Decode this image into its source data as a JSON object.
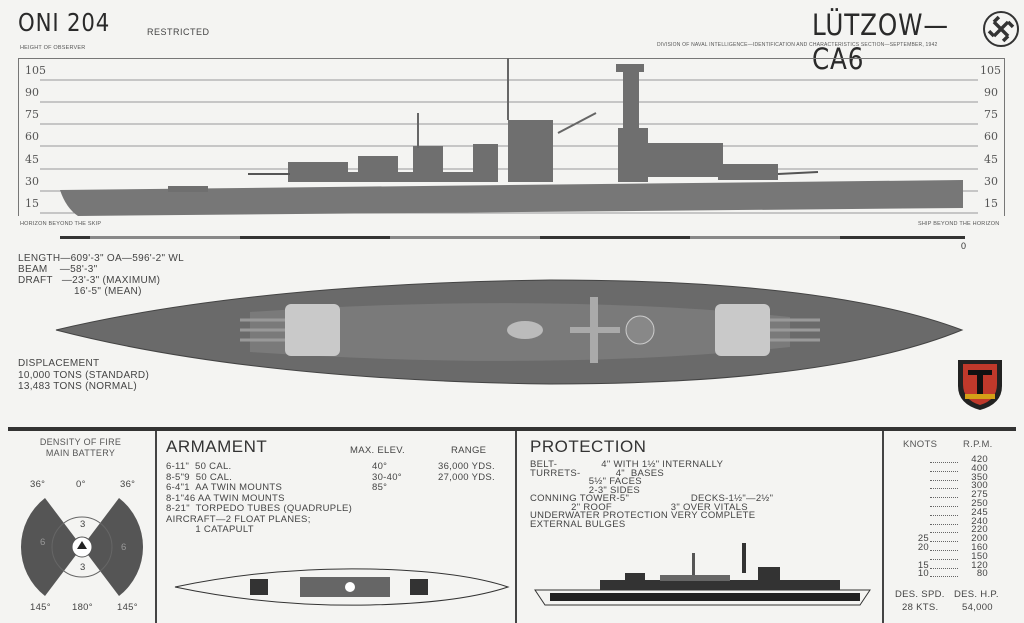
{
  "header": {
    "doc_id": "ONI 204",
    "classification": "RESTRICTED",
    "ship_title": "LÜTZOW—CA6",
    "subtitle": "DIVISION OF NAVAL INTELLIGENCE—IDENTIFICATION AND CHARACTERISTICS SECTION—SEPTEMBER, 1942",
    "observer_label": "HEIGHT OF OBSERVER",
    "emblem": "swastika-emblem"
  },
  "profile": {
    "heights": [
      "105",
      "90",
      "75",
      "60",
      "45",
      "30",
      "15"
    ],
    "left_caption": "HORIZON BEYOND THE SKIP",
    "right_caption": "SHIP BEYOND THE HORIZON",
    "scale_zero": "0"
  },
  "dimensions": {
    "length": "LENGTH—609'-3\" OA—596'-2\" WL",
    "beam": "BEAM    —58'-3\"",
    "draft": "DRAFT   —23'-3\" (MAXIMUM)",
    "draft_mean": "16'-5\" (MEAN)"
  },
  "displacement": {
    "title": "DISPLACEMENT",
    "standard": "10,000 TONS (STANDARD)",
    "normal": "13,483 TONS (NORMAL)"
  },
  "density_of_fire": {
    "title": "DENSITY OF FIRE",
    "subtitle": "MAIN BATTERY",
    "angles_top": [
      "36°",
      "0°",
      "36°"
    ],
    "angles_bottom": [
      "145°",
      "180°",
      "145°"
    ],
    "sector_values": {
      "left": "6",
      "right": "6",
      "fore": "3",
      "aft": "3"
    }
  },
  "armament": {
    "title": "ARMAMENT",
    "col_elev": "MAX. ELEV.",
    "col_range": "RANGE",
    "rows": [
      {
        "gun": "6-11\"  50 CAL.",
        "elev": "40°",
        "range": "36,000 YDS."
      },
      {
        "gun": "8-5\"9  50 CAL.",
        "elev": "30-40°",
        "range": "27,000 YDS."
      },
      {
        "gun": "6-4\"1  AA TWIN MOUNTS",
        "elev": "85°",
        "range": ""
      },
      {
        "gun": "8-1\"46 AA TWIN MOUNTS",
        "elev": "",
        "range": ""
      },
      {
        "gun": "8-21\"  TORPEDO TUBES (QUADRUPLE)",
        "elev": "",
        "range": ""
      },
      {
        "gun": "AIRCRAFT—2 FLOAT PLANES;",
        "elev": "",
        "range": ""
      },
      {
        "gun": "          1 CATAPULT",
        "elev": "",
        "range": ""
      }
    ]
  },
  "protection": {
    "title": "PROTECTION",
    "lines": [
      "BELT-               4\" WITH 1½\" INTERNALLY",
      "TURRETS-            4\"  BASES",
      "                    5½\" FACES",
      "                    2-3\" SIDES",
      "CONNING TOWER-5\"                     DECKS-1½\"—2½\"",
      "              2\" ROOF                    3\" OVER VITALS",
      "UNDERWATER PROTECTION VERY COMPLETE",
      "EXTERNAL BULGES"
    ]
  },
  "speed": {
    "col_knots": "KNOTS",
    "col_rpm": "R.P.M.",
    "rows": [
      {
        "knots": "",
        "rpm": "420"
      },
      {
        "knots": "",
        "rpm": "400"
      },
      {
        "knots": "",
        "rpm": "350"
      },
      {
        "knots": "",
        "rpm": "300"
      },
      {
        "knots": "",
        "rpm": "275"
      },
      {
        "knots": "",
        "rpm": "250"
      },
      {
        "knots": "",
        "rpm": "245"
      },
      {
        "knots": "",
        "rpm": "240"
      },
      {
        "knots": "",
        "rpm": "220"
      },
      {
        "knots": "25",
        "rpm": "200"
      },
      {
        "knots": "20",
        "rpm": "160"
      },
      {
        "knots": "",
        "rpm": "150"
      },
      {
        "knots": "15",
        "rpm": "120"
      },
      {
        "knots": "10",
        "rpm": "80"
      }
    ],
    "des_spd_label": "DES. SPD.",
    "des_hp_label": "DES. H.P.",
    "des_spd": "28 KTS.",
    "des_hp": "54,000"
  }
}
